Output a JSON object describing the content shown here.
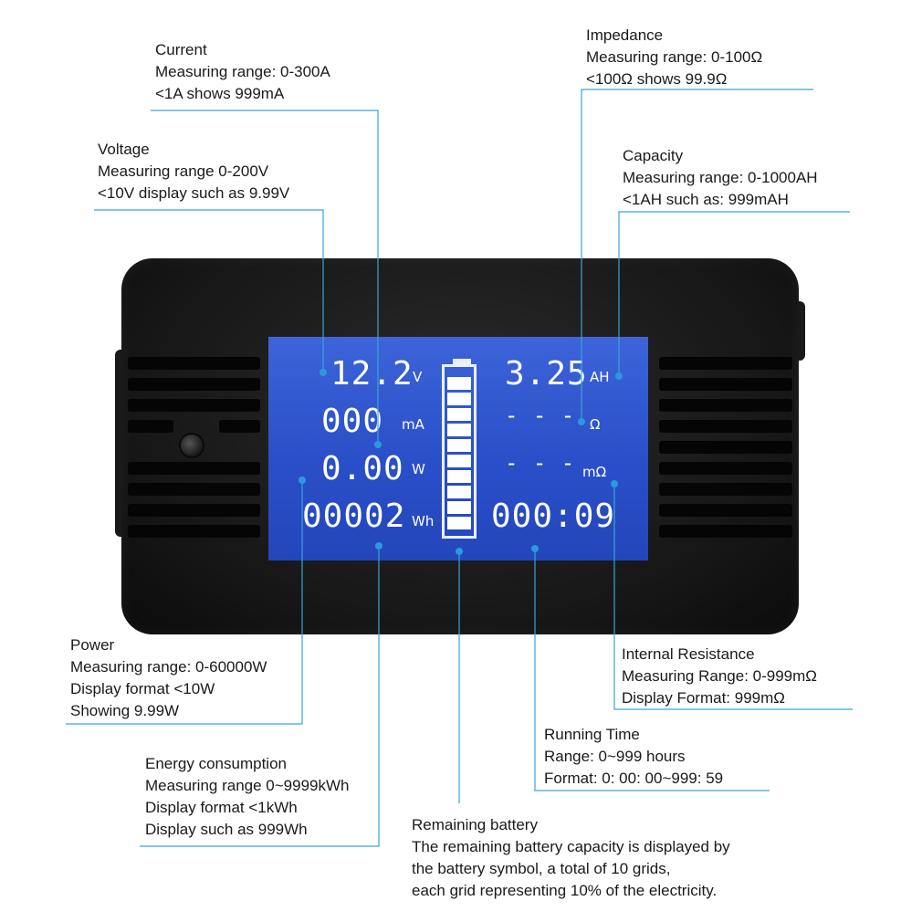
{
  "annotations": {
    "current": {
      "title": "Current",
      "lines": [
        "Measuring range: 0-300A",
        "<1A shows 999mA"
      ]
    },
    "voltage": {
      "title": "Voltage",
      "lines": [
        "Measuring range 0-200V",
        "<10V display such as 9.99V"
      ]
    },
    "impedance": {
      "title": "Impedance",
      "lines": [
        "Measuring range: 0-100Ω",
        "<100Ω shows 99.9Ω"
      ]
    },
    "capacity": {
      "title": "Capacity",
      "lines": [
        "Measuring range: 0-1000AH",
        "<1AH such as: 999mAH"
      ]
    },
    "power": {
      "title": "Power",
      "lines": [
        "Measuring range: 0-60000W",
        "Display format <10W",
        "Showing 9.99W"
      ]
    },
    "internal_resistance": {
      "title": "Internal Resistance",
      "lines": [
        "Measuring Range: 0-999mΩ",
        "Display Format: 999mΩ"
      ]
    },
    "running_time": {
      "title": "Running Time",
      "lines": [
        "Range: 0~999 hours",
        "Format: 0: 00: 00~999: 59"
      ]
    },
    "energy": {
      "title": "Energy consumption",
      "lines": [
        "Measuring range 0~9999kWh",
        "Display format <1kWh",
        "Display such as 999Wh"
      ]
    },
    "battery": {
      "title": "Remaining battery",
      "lines": [
        "The remaining battery capacity is displayed by",
        "the battery symbol, a total of 10 grids,",
        "each grid representing 10% of the electricity."
      ]
    }
  },
  "display": {
    "voltage": {
      "value": "12.2",
      "unit": "V"
    },
    "current": {
      "value": "000",
      "unit": "mA"
    },
    "power": {
      "value": "0.00",
      "unit": "W"
    },
    "energy": {
      "value": "00002",
      "unit": "Wh"
    },
    "capacity": {
      "value": "3.25",
      "unit": "AH"
    },
    "impedance": {
      "value": "- - -",
      "unit": "Ω"
    },
    "resistance": {
      "value": "- - -",
      "unit": "mΩ"
    },
    "time": {
      "value": "000:09"
    },
    "battery": {
      "grids_total": 10,
      "grids_lit": 10
    }
  },
  "colors": {
    "screen": "#2a4fc9",
    "leader": "#3aa3d8",
    "device": "#161616"
  }
}
